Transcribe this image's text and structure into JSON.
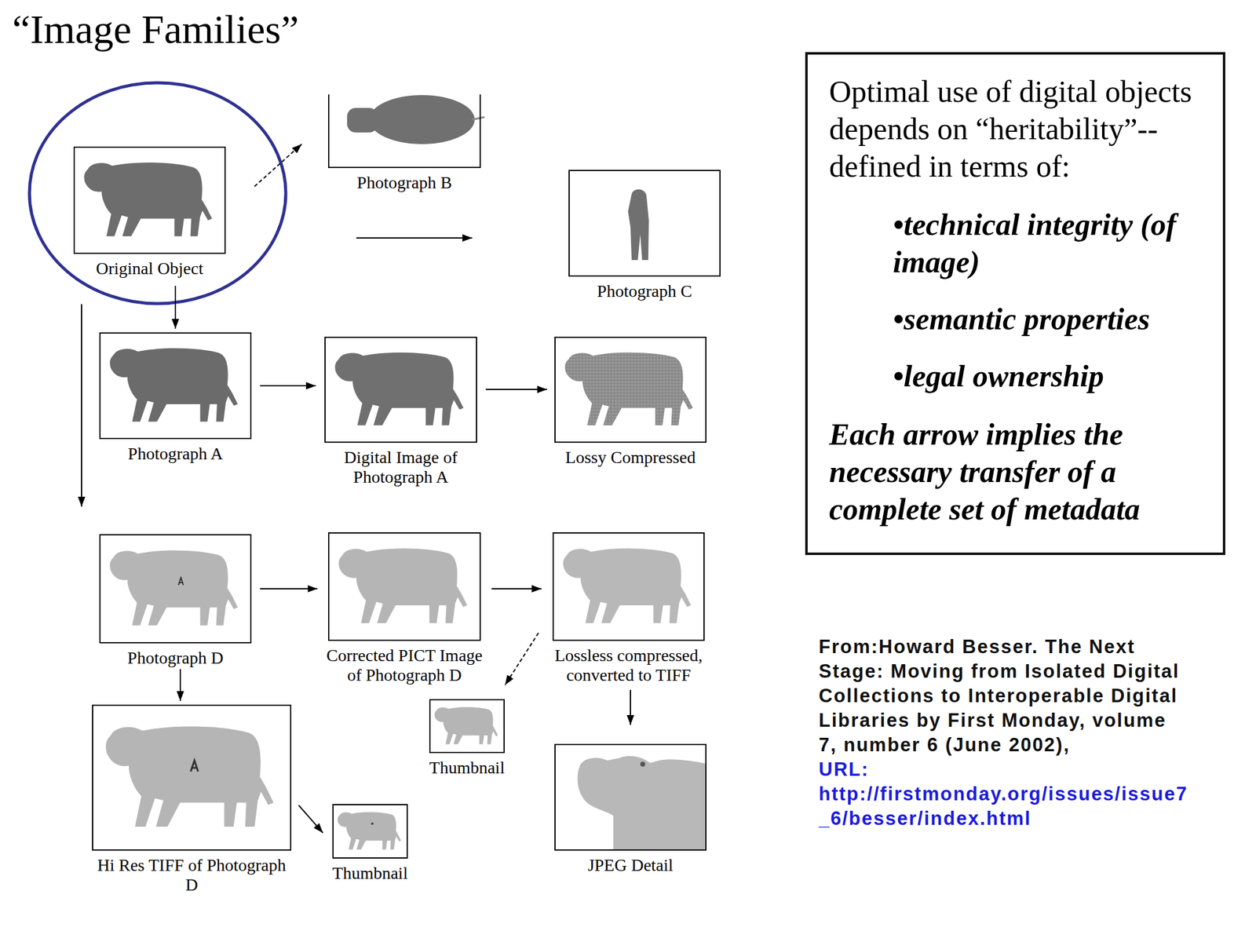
{
  "diagram": {
    "title": "“Image Families”",
    "nodes": [
      {
        "text": [
          "Original Object"
        ]
      },
      {
        "text": [
          "Photograph B"
        ]
      },
      {
        "text": [
          "Photograph C"
        ]
      },
      {
        "text": [
          "Photograph A"
        ]
      },
      {
        "text": [
          "Digital Image of Photograph A"
        ]
      },
      {
        "text": [
          "Lossy Compressed"
        ]
      },
      {
        "text": [
          "Photograph D"
        ]
      },
      {
        "text": [
          "Corrected PICT Image of Photograph D"
        ]
      },
      {
        "text": [
          "Lossless compressed, converted to TIFF"
        ]
      },
      {
        "text": [
          "Thumbnail"
        ]
      },
      {
        "text": [
          "Hi Res TIFF of Photograph D"
        ]
      },
      {
        "text": [
          "Thumbnail"
        ]
      },
      {
        "text": [
          "JPEG Detail"
        ]
      },
      {
        "text": [
          "Optimal use of digital objects depends on “heritability”-- defined in terms of:",
          "•technical integrity (of image)",
          "•semantic properties",
          "•legal ownership",
          "Each arrow implies the necessary transfer of a complete set of metadata"
        ]
      }
    ],
    "edges": [
      {
        "from": 0,
        "to": 1,
        "arrow": "to"
      },
      {
        "from": 0,
        "to": 2,
        "arrow": "to"
      },
      {
        "from": 0,
        "to": 3,
        "arrow": "to"
      },
      {
        "from": 0,
        "to": 6,
        "arrow": "to"
      },
      {
        "from": 3,
        "to": 4,
        "arrow": "to"
      },
      {
        "from": 4,
        "to": 5,
        "arrow": "to"
      },
      {
        "from": 6,
        "to": 7,
        "arrow": "to"
      },
      {
        "from": 7,
        "to": 8,
        "arrow": "to"
      },
      {
        "from": 8,
        "to": 9,
        "arrow": "to"
      },
      {
        "from": 8,
        "to": 12,
        "arrow": "to"
      },
      {
        "from": 6,
        "to": 10,
        "arrow": "to"
      },
      {
        "from": 10,
        "to": 11,
        "arrow": "to"
      }
    ],
    "labels": [
      "From:Howard Besser. The Next Stage: Moving from Isolated Digital Collections to Interoperable Digital Libraries by First Monday, volume 7, number 6 (June 2002),",
      "URL: http://firstmonday.org/issues/issue7_6/besser/index.html"
    ]
  }
}
